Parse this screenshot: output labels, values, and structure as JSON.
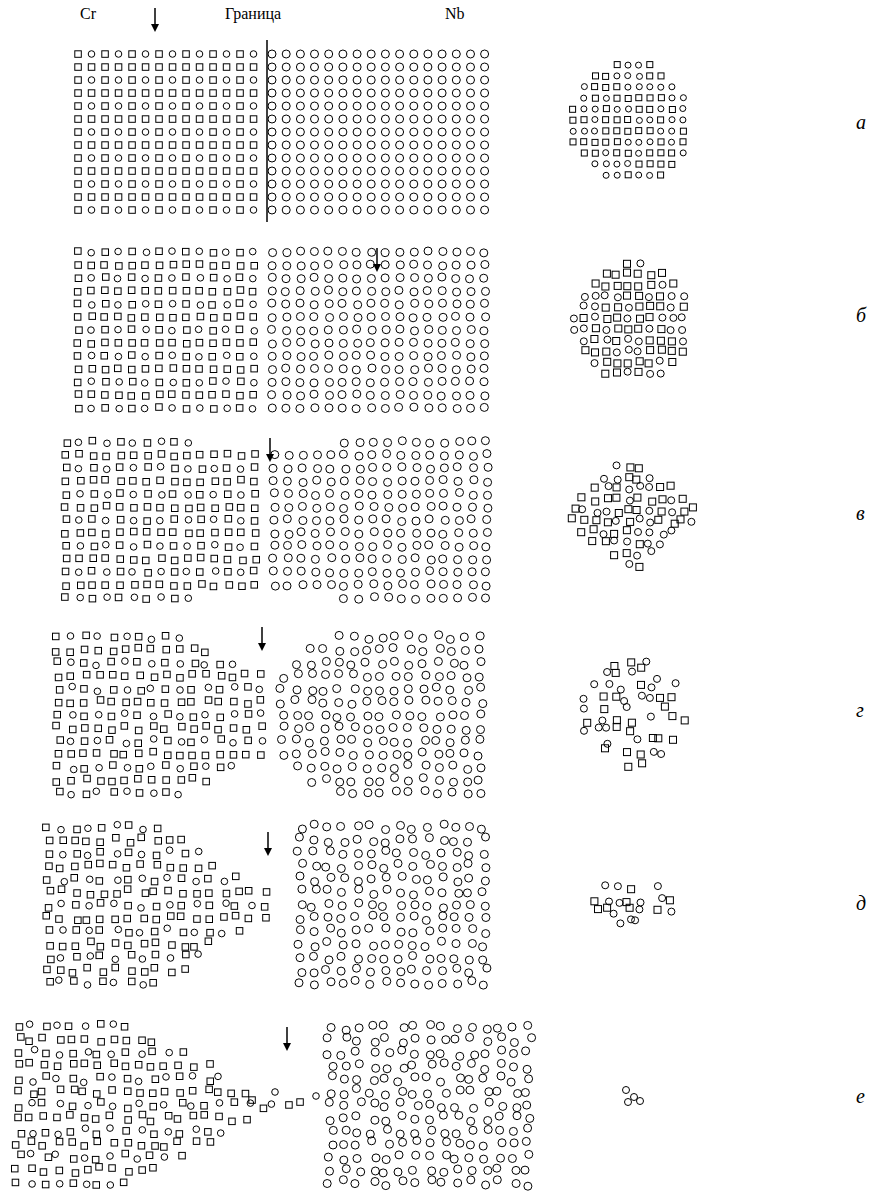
{
  "diagram": {
    "labels": [
      "Cr",
      "Граница",
      "Nb",
      "а",
      "б",
      "в",
      "г",
      "д",
      "е"
    ]
  }
}
